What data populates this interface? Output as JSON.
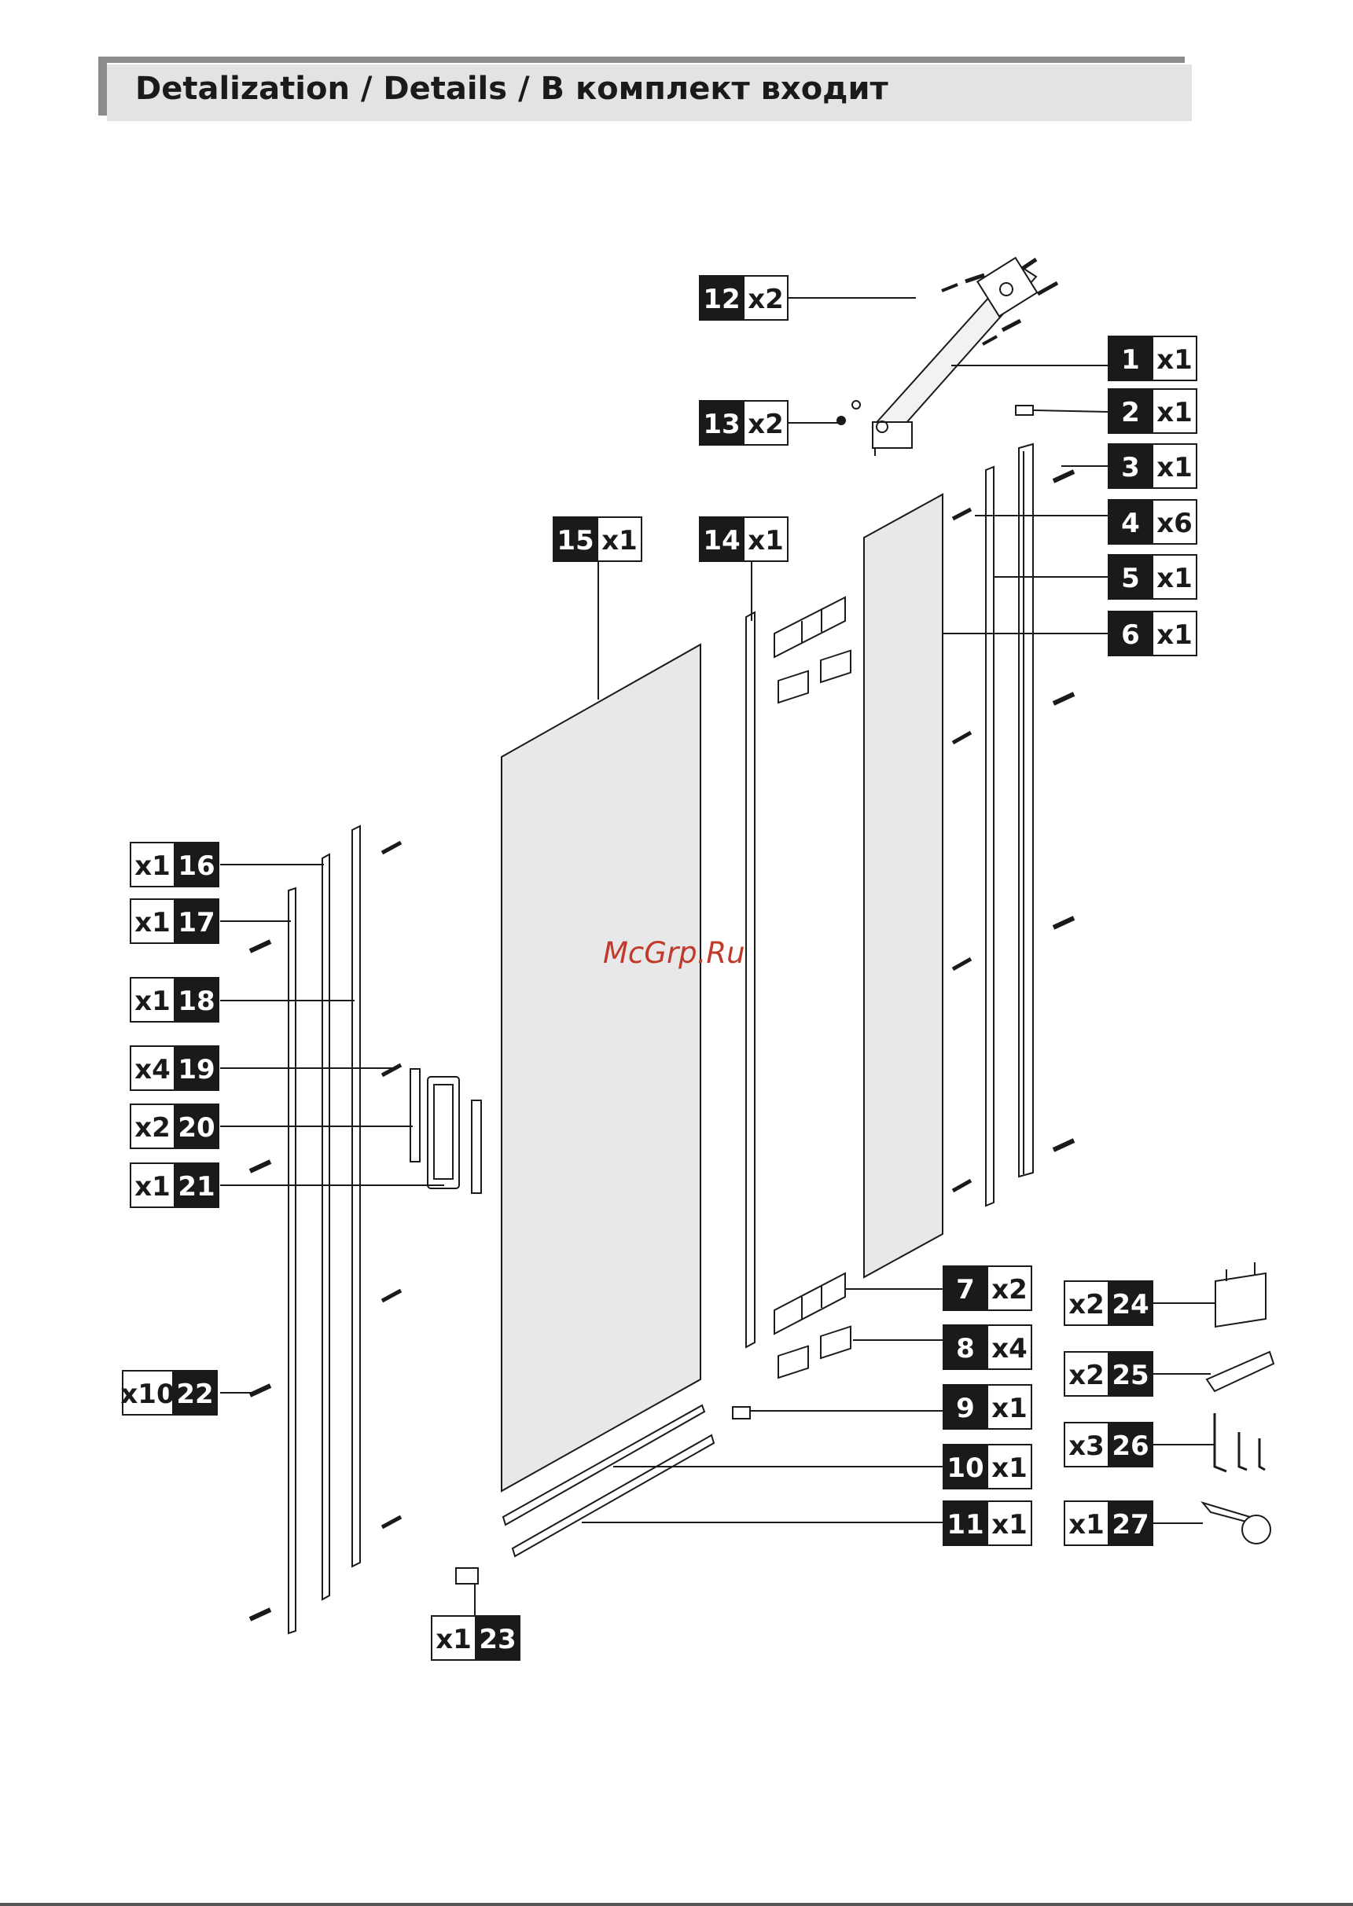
{
  "header": {
    "title": "Detalization / Details / В комплект входит"
  },
  "watermark": "McGrp.Ru",
  "colors": {
    "label_dark": "#1a1a1a",
    "glass": "#e8e8e8",
    "stroke": "#1a1a1a",
    "watermark": "#c0392b",
    "header_bar": "#8c8c8c",
    "header_bg": "#e3e3e3"
  },
  "parts": [
    {
      "num": "1",
      "qty": "x1"
    },
    {
      "num": "2",
      "qty": "x1"
    },
    {
      "num": "3",
      "qty": "x1"
    },
    {
      "num": "4",
      "qty": "x6"
    },
    {
      "num": "5",
      "qty": "x1"
    },
    {
      "num": "6",
      "qty": "x1"
    },
    {
      "num": "7",
      "qty": "x2"
    },
    {
      "num": "8",
      "qty": "x4"
    },
    {
      "num": "9",
      "qty": "x1"
    },
    {
      "num": "10",
      "qty": "x1"
    },
    {
      "num": "11",
      "qty": "x1"
    },
    {
      "num": "12",
      "qty": "x2"
    },
    {
      "num": "13",
      "qty": "x2"
    },
    {
      "num": "14",
      "qty": "x1"
    },
    {
      "num": "15",
      "qty": "x1"
    },
    {
      "num": "16",
      "qty": "x1"
    },
    {
      "num": "17",
      "qty": "x1"
    },
    {
      "num": "18",
      "qty": "x1"
    },
    {
      "num": "19",
      "qty": "x4"
    },
    {
      "num": "20",
      "qty": "x2"
    },
    {
      "num": "21",
      "qty": "x1"
    },
    {
      "num": "22",
      "qty": "x10"
    },
    {
      "num": "23",
      "qty": "x1"
    },
    {
      "num": "24",
      "qty": "x2"
    },
    {
      "num": "25",
      "qty": "x2"
    },
    {
      "num": "26",
      "qty": "x3"
    },
    {
      "num": "27",
      "qty": "x1"
    }
  ]
}
